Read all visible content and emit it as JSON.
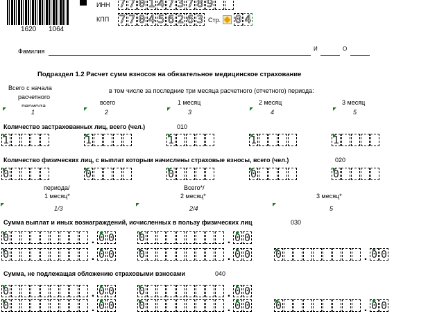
{
  "header": {
    "barcode_number_left": "1620",
    "barcode_number_right": "1064",
    "inn_label": "ИНН",
    "inn_digits": [
      "7",
      "7",
      "0",
      "1",
      "4",
      "7",
      "3",
      "7",
      "8",
      "9",
      "",
      ""
    ],
    "kpp_label": "КПП",
    "kpp_digits": [
      "7",
      "7",
      "0",
      "4",
      "5",
      "6",
      "2",
      "6",
      "3"
    ],
    "page_label": "Стр.",
    "page_digits": [
      "0",
      "4"
    ],
    "familia_label": "Фамилия",
    "i_label": "И",
    "o_label": "О"
  },
  "section": {
    "title": "Подраздел 1.2 Расчет сумм взносов на обязательное медицинское страхование",
    "col_total_label_1": "Всего с начала",
    "col_total_label_2": "расчетного",
    "col_total_label_3": "периода",
    "col_total_num": "1",
    "subheader": "в том числе за последние три месяца расчетного (отчетного) периода:",
    "col_all_label": "всего",
    "col_all_num": "2",
    "col_m1_label": "1 месяц",
    "col_m1_num": "3",
    "col_m2_label": "2 месяц",
    "col_m2_num": "4",
    "col_m3_label": "3 месяц",
    "col_m3_num": "5"
  },
  "rows": {
    "r010_label": "Количество застрахованных лиц, всего (чел.)",
    "r010_code": "010",
    "r010_values": [
      "1",
      "1",
      "1",
      "1",
      "1"
    ],
    "r020_label": "Количество физических лиц, с выплат которым начислены страховые взносы, всего (чел.)",
    "r020_code": "020",
    "r020_values": [
      "0",
      "0",
      "0",
      "0",
      "0"
    ],
    "sub_period_1": "периода/",
    "sub_period_2": "1 месяц*",
    "sub_period_num": "1/3",
    "sub_all_1": "Всего*/",
    "sub_all_2": "2 месяц*",
    "sub_all_num": "2/4",
    "sub_m3": "3 месяц*",
    "sub_m3_num": "5",
    "r030_label": "Сумма выплат и иных вознаграждений, исчисленных в пользу физических лиц",
    "r030_code": "030",
    "r040_label": "Сумма, не подлежащая обложению страховыми взносами",
    "r040_code": "040",
    "amount_int": "0",
    "amount_dec": [
      "0",
      "0"
    ],
    "amount_sep": "."
  }
}
